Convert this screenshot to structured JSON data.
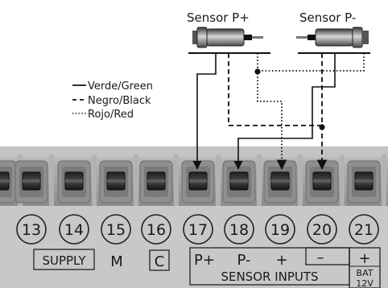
{
  "sensors": {
    "pos_label": "Sensor P+",
    "neg_label": "Sensor P-"
  },
  "legend": {
    "green": "Verde/Green",
    "black": "Negro/Black",
    "red": "Rojo/Red"
  },
  "terminals": [
    {
      "number": "13"
    },
    {
      "number": "14"
    },
    {
      "number": "15"
    },
    {
      "number": "16"
    },
    {
      "number": "17"
    },
    {
      "number": "18"
    },
    {
      "number": "19"
    },
    {
      "number": "20"
    },
    {
      "number": "21"
    }
  ],
  "labels": {
    "supply": "SUPPLY",
    "m": "M",
    "c": "C",
    "p_plus": "P+",
    "p_minus": "P-",
    "plus": "+",
    "minus": "–",
    "bat_plus": "+",
    "sensor_inputs": "SENSOR INPUTS",
    "bat": "BAT",
    "bat_volt": "12V"
  }
}
